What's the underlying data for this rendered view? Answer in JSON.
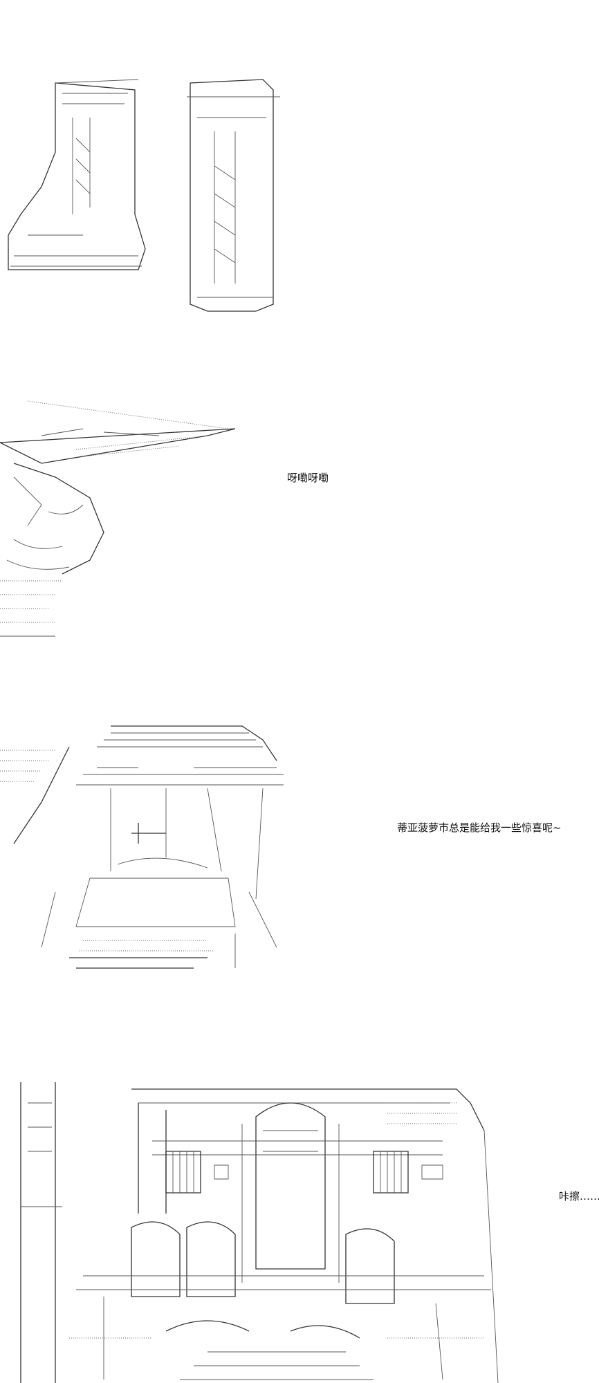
{
  "panels": [
    {
      "caption": ""
    },
    {
      "caption": "呀嘞呀嘞"
    },
    {
      "caption": "蒂亚菠萝市总是能给我一些惊喜呢~"
    },
    {
      "caption": "咔擦……"
    }
  ]
}
